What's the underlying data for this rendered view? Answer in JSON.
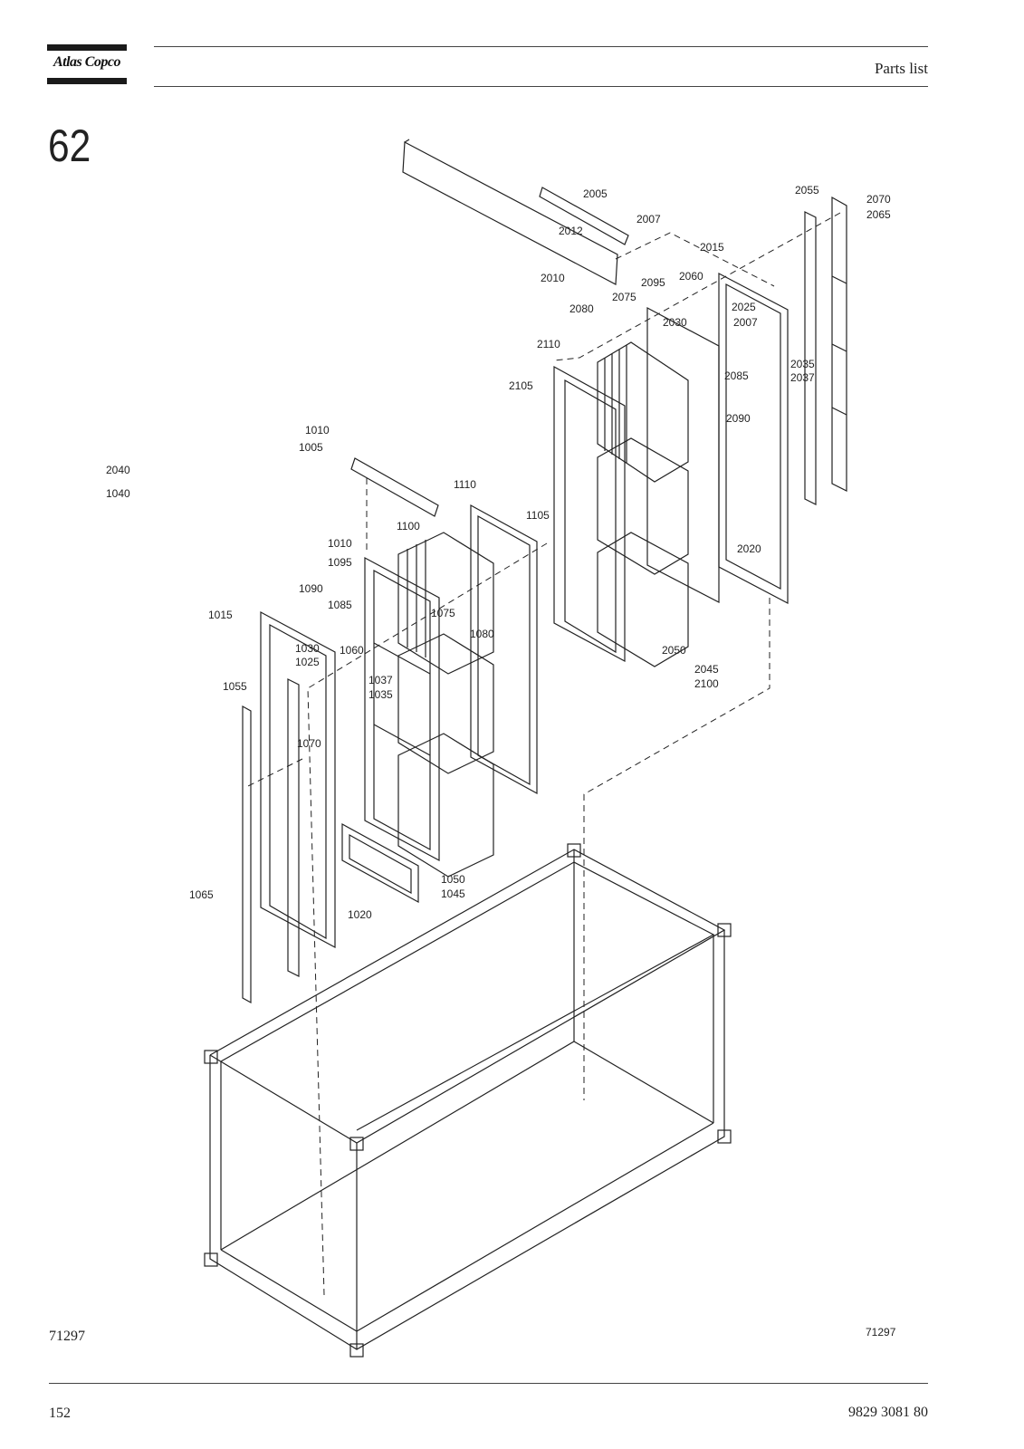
{
  "header": {
    "brand": "Atlas Copco",
    "title": "Parts list"
  },
  "section_number": "62",
  "drawing_ref_left": "71297",
  "drawing_ref_right": "71297",
  "footer": {
    "page_number": "152",
    "doc_number": "9829 3081 80"
  },
  "callouts": [
    "2005",
    "2007",
    "2012",
    "2010",
    "2015",
    "2055",
    "2070",
    "2065",
    "2060",
    "2095",
    "2075",
    "2080",
    "2025",
    "2030",
    "2007",
    "2110",
    "2035",
    "2037",
    "2105",
    "2085",
    "2090",
    "1010",
    "1005",
    "2040",
    "1040",
    "1110",
    "1105",
    "1100",
    "1010",
    "1095",
    "1090",
    "1085",
    "2020",
    "1015",
    "1075",
    "1080",
    "1030",
    "1025",
    "1060",
    "2050",
    "2045",
    "2100",
    "1055",
    "1037",
    "1035",
    "1070",
    "1050",
    "1045",
    "1065",
    "1020"
  ],
  "colors": {
    "line": "#222222",
    "background": "#ffffff"
  }
}
